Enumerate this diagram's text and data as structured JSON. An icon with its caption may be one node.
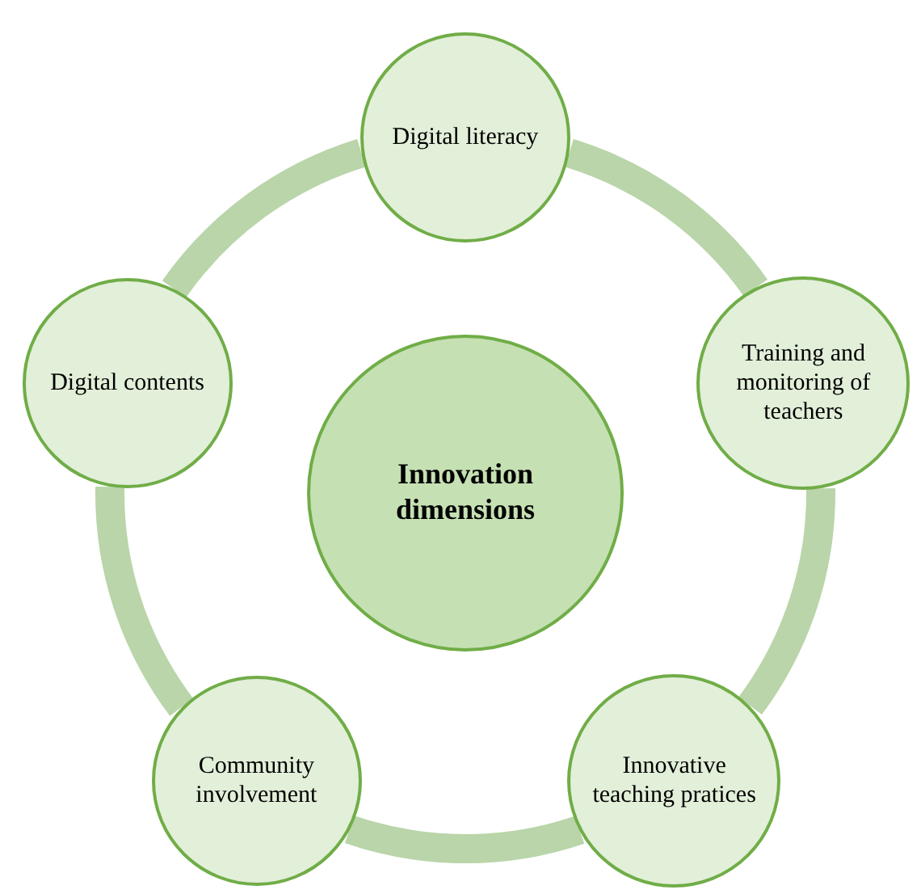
{
  "diagram": {
    "nodes": [
      {
        "text": [
          "Innovation dimensions"
        ]
      },
      {
        "text": [
          "Digital literacy"
        ]
      },
      {
        "text": [
          "Training and monitoring of teachers"
        ]
      },
      {
        "text": [
          "Innovative teaching pratices"
        ]
      },
      {
        "text": [
          "Community involvement"
        ]
      },
      {
        "text": [
          "Digital contents"
        ]
      }
    ],
    "edges": [
      {
        "from": 1,
        "to": 2,
        "arrow": "none"
      },
      {
        "from": 2,
        "to": 3,
        "arrow": "none"
      },
      {
        "from": 3,
        "to": 4,
        "arrow": "none"
      },
      {
        "from": 4,
        "to": 5,
        "arrow": "none"
      },
      {
        "from": 5,
        "to": 1,
        "arrow": "none"
      }
    ]
  }
}
